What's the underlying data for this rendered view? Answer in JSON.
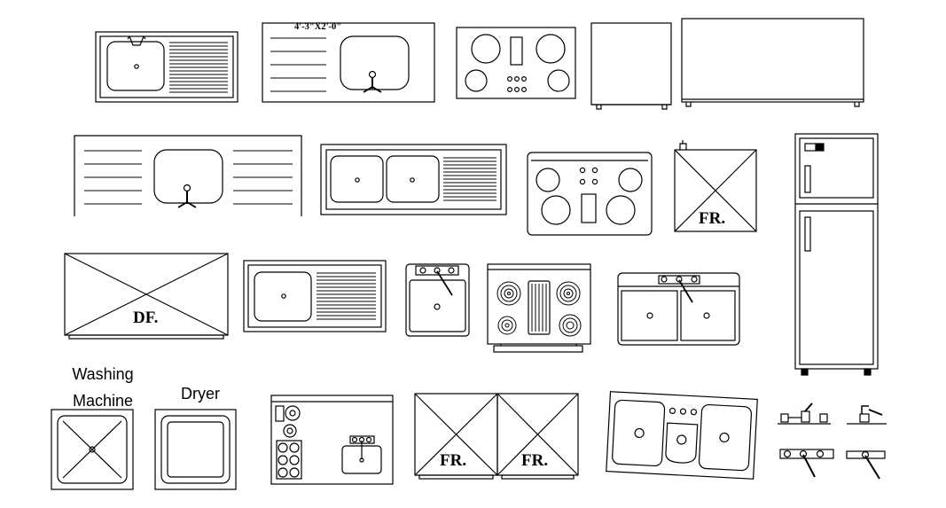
{
  "labels": {
    "dimension": "4'-3\"X2'-0\"",
    "fridge_1": "FR.",
    "dishwasher": "DF.",
    "washing_machine_line1": "Washing",
    "washing_machine_line2": "Machine",
    "dryer": "Dryer",
    "fridge_2": "FR.",
    "fridge_3": "FR."
  },
  "colors": {
    "stroke": "#000000",
    "background": "#ffffff"
  }
}
